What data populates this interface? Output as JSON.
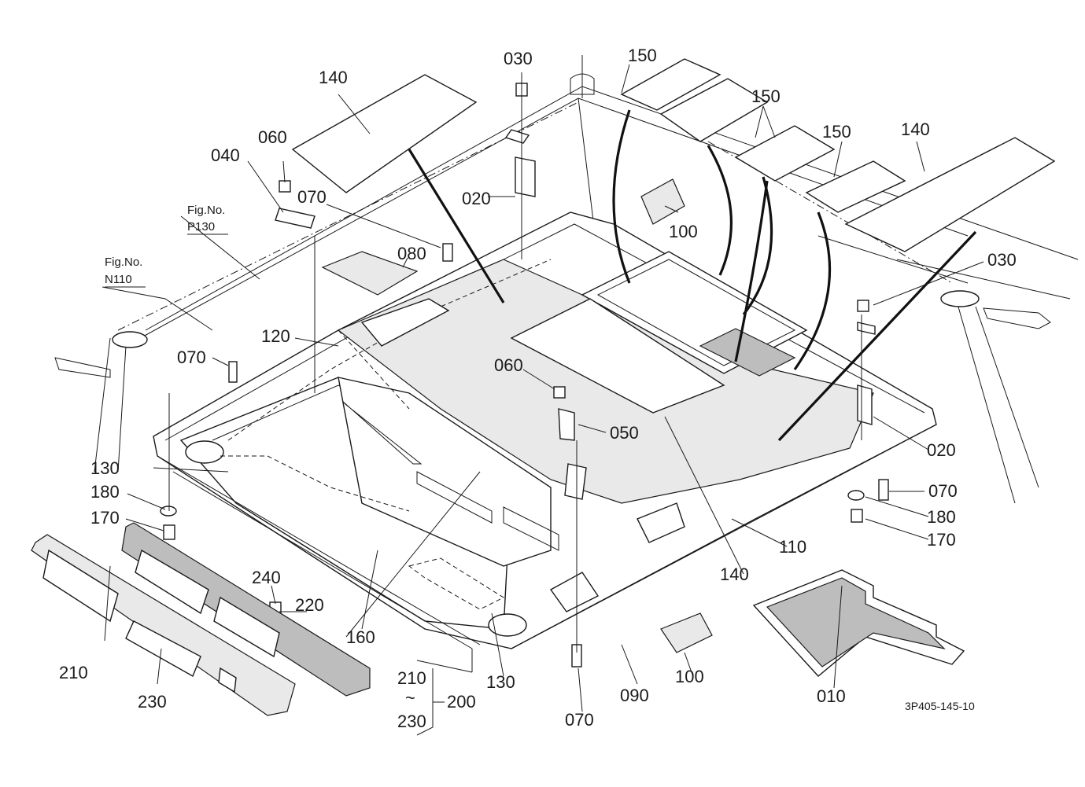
{
  "diagram_code": "3P405-145-10",
  "references": [
    {
      "id": "p130",
      "line1": "Fig.No.",
      "line2": "P130"
    },
    {
      "id": "n110",
      "line1": "Fig.No.",
      "line2": "N110"
    }
  ],
  "labels": {
    "l140a": "140",
    "l030a": "030",
    "l150a": "150",
    "l150b": "150",
    "l150c": "150",
    "l140b": "140",
    "l060a": "060",
    "l040": "040",
    "l070a": "070",
    "l020a": "020",
    "l100a": "100",
    "l080": "080",
    "l030b": "030",
    "l120": "120",
    "l070b": "070",
    "l060b": "060",
    "l050": "050",
    "l020b": "020",
    "l130a": "130",
    "l180a": "180",
    "l170a": "170",
    "l070c": "070",
    "l180b": "180",
    "l170b": "170",
    "l110": "110",
    "l140c": "140",
    "l240": "240",
    "l220": "220",
    "l160": "160",
    "l210a": "210",
    "l230a": "230",
    "l130b": "130",
    "l070d": "070",
    "l090": "090",
    "l100b": "100",
    "l010": "010",
    "l210b": "210",
    "l200": "200",
    "l230b": "230",
    "tilde": "~"
  }
}
